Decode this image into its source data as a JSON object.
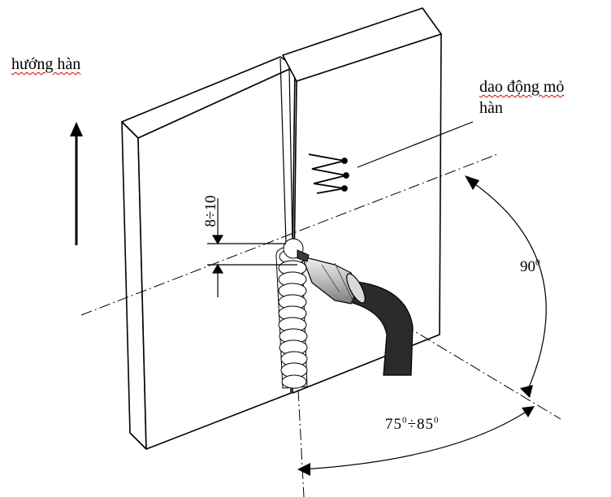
{
  "labels": {
    "direction": "hướng hàn",
    "oscillation_line1": "dao động mỏ",
    "oscillation_line2": "hàn",
    "gap": "8÷10",
    "angle_vertical_value": "90",
    "angle_vertical_unit": "0",
    "angle_travel_low": "75",
    "angle_travel_sep": "÷",
    "angle_travel_high": "85",
    "angle_travel_unit": "0"
  },
  "colors": {
    "stroke": "#000000",
    "torch_hose": "#2b2b2b",
    "nozzle_light": "#e6e6e6",
    "nozzle_dark": "#9a9a9a",
    "spellcheck_underline": "#d40000"
  }
}
